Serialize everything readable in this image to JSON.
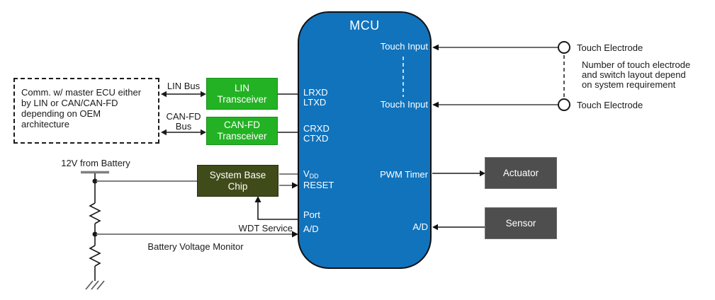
{
  "colors": {
    "mcu_fill": "#1173BC",
    "transceiver_fill": "#23B223",
    "sbc_fill": "#404B1A",
    "device_fill": "#4E4E4E",
    "wire_gray": "#808080",
    "line_dark": "#1A1A1A"
  },
  "mcu": {
    "title": "MCU",
    "pins_left": {
      "lrxd": "LRXD",
      "ltxd": "LTXD",
      "crxd": "CRXD",
      "ctxd": "CTXD",
      "vdd_base": "V",
      "vdd_sub": "DD",
      "reset": "RESET",
      "port": "Port",
      "ad": "A/D"
    },
    "pins_right": {
      "touch_input_top": "Touch Input",
      "touch_input_bottom": "Touch Input",
      "pwm_timer": "PWM Timer",
      "ad": "A/D"
    }
  },
  "blocks": {
    "lin_transceiver": {
      "lines": [
        "LIN",
        "Transceiver"
      ]
    },
    "canfd_transceiver": {
      "lines": [
        "CAN-FD",
        "Transceiver"
      ]
    },
    "system_base_chip": {
      "lines": [
        "System Base",
        "Chip"
      ]
    },
    "actuator": {
      "label": "Actuator"
    },
    "sensor": {
      "label": "Sensor"
    }
  },
  "annotations": {
    "comm_note": {
      "lines": [
        "Comm. w/ master ECU either",
        "by LIN or CAN/CAN-FD",
        "depending on OEM",
        "architecture"
      ]
    },
    "lin_bus_label": "LIN Bus",
    "canfd_bus_label": {
      "lines": [
        "CAN-FD",
        "Bus"
      ]
    },
    "battery_label": "12V from Battery",
    "wdt_service_label": "WDT Service",
    "battery_monitor_label": "Battery Voltage Monitor",
    "touch_electrode_top": "Touch Electrode",
    "touch_electrode_bottom": "Touch Electrode",
    "touch_note": {
      "lines": [
        "Number of touch electrode",
        "and switch layout depend",
        "on system requirement"
      ]
    }
  }
}
